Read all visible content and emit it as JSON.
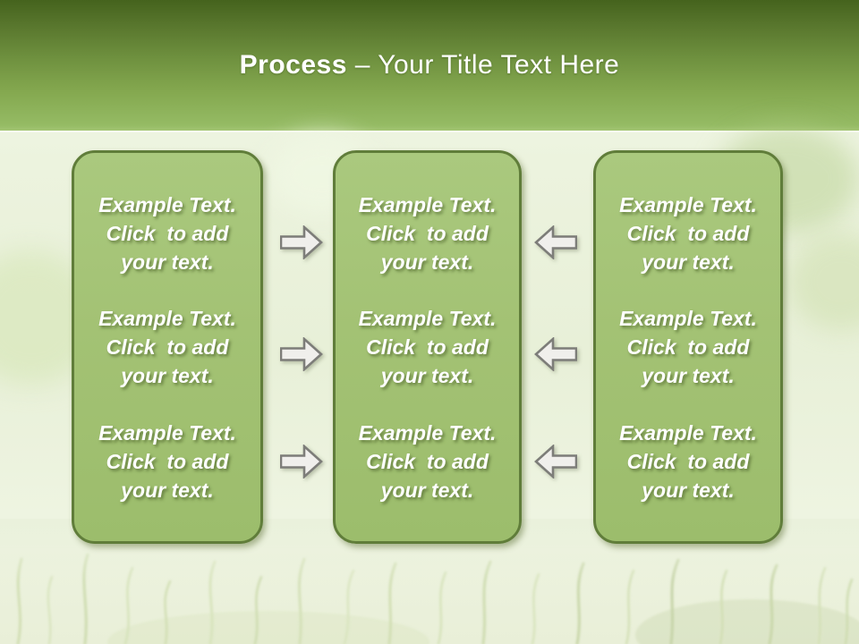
{
  "title": {
    "emphasis": "Process",
    "rest": " – Your Title Text Here"
  },
  "columns": [
    {
      "name": "left-column",
      "paragraphs": [
        "Example Text.\nClick  to add\nyour text.",
        "Example Text.\nClick  to add\nyour text.",
        "Example Text.\nClick  to add\nyour text."
      ]
    },
    {
      "name": "middle-column",
      "paragraphs": [
        "Example Text.\nClick  to add\nyour text.",
        "Example Text.\nClick  to add\nyour text.",
        "Example Text.\nClick  to add\nyour text."
      ]
    },
    {
      "name": "right-column",
      "paragraphs": [
        "Example Text.\nClick  to add\nyour text.",
        "Example Text.\nClick  to add\nyour text.",
        "Example Text.\nClick  to add\nyour text."
      ]
    }
  ],
  "arrows": {
    "left_gap": [
      "right",
      "right",
      "right"
    ],
    "right_gap": [
      "left",
      "left",
      "left"
    ]
  },
  "colors": {
    "header_gradient_top": "#45631d",
    "header_gradient_bottom": "#95bb64",
    "body_background": "#ecf3de",
    "box_fill": "#a3c274",
    "box_border": "#607d3a",
    "arrow_fill": "#f0efec",
    "arrow_border": "#7d7d79",
    "title_text": "#ffffff",
    "box_text": "#ffffff"
  }
}
